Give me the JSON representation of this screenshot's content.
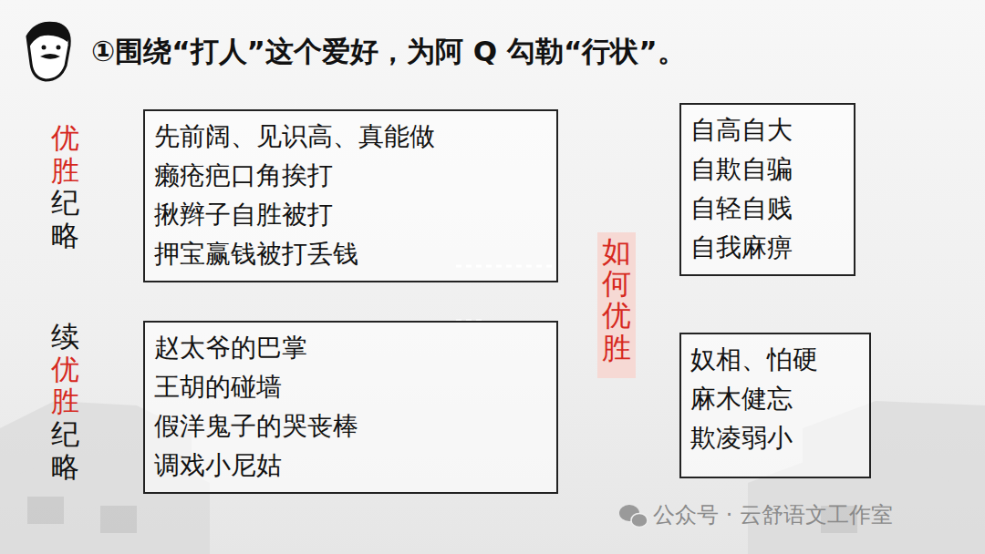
{
  "diagram": {
    "title": "①围绕“打人”这个爱好，为阿 Q 勾勒“行状”。",
    "nodes": [
      {
        "text": [
          "先前阔、见识高、真能做",
          "癞疮疤口角挨打",
          "揪辫子自胜被打",
          "押宝赢钱被打丢钱"
        ]
      },
      {
        "text": [
          "如何优胜"
        ]
      },
      {
        "text": [
          "自高自大",
          "自欺自骗",
          "自轻自贱",
          "自我麻痹"
        ]
      },
      {
        "text": [
          "赵太爷的巴掌",
          "王胡的碰墙",
          "假洋鬼子的哭丧棒",
          "调戏小尼姑"
        ]
      },
      {
        "text": [
          "奴相、怕硬",
          "麻木健忘",
          "欺凌弱小"
        ]
      }
    ],
    "labels": [
      "优胜纪略",
      "续优胜纪略",
      "公众号 · 云舒语文工作室"
    ]
  }
}
